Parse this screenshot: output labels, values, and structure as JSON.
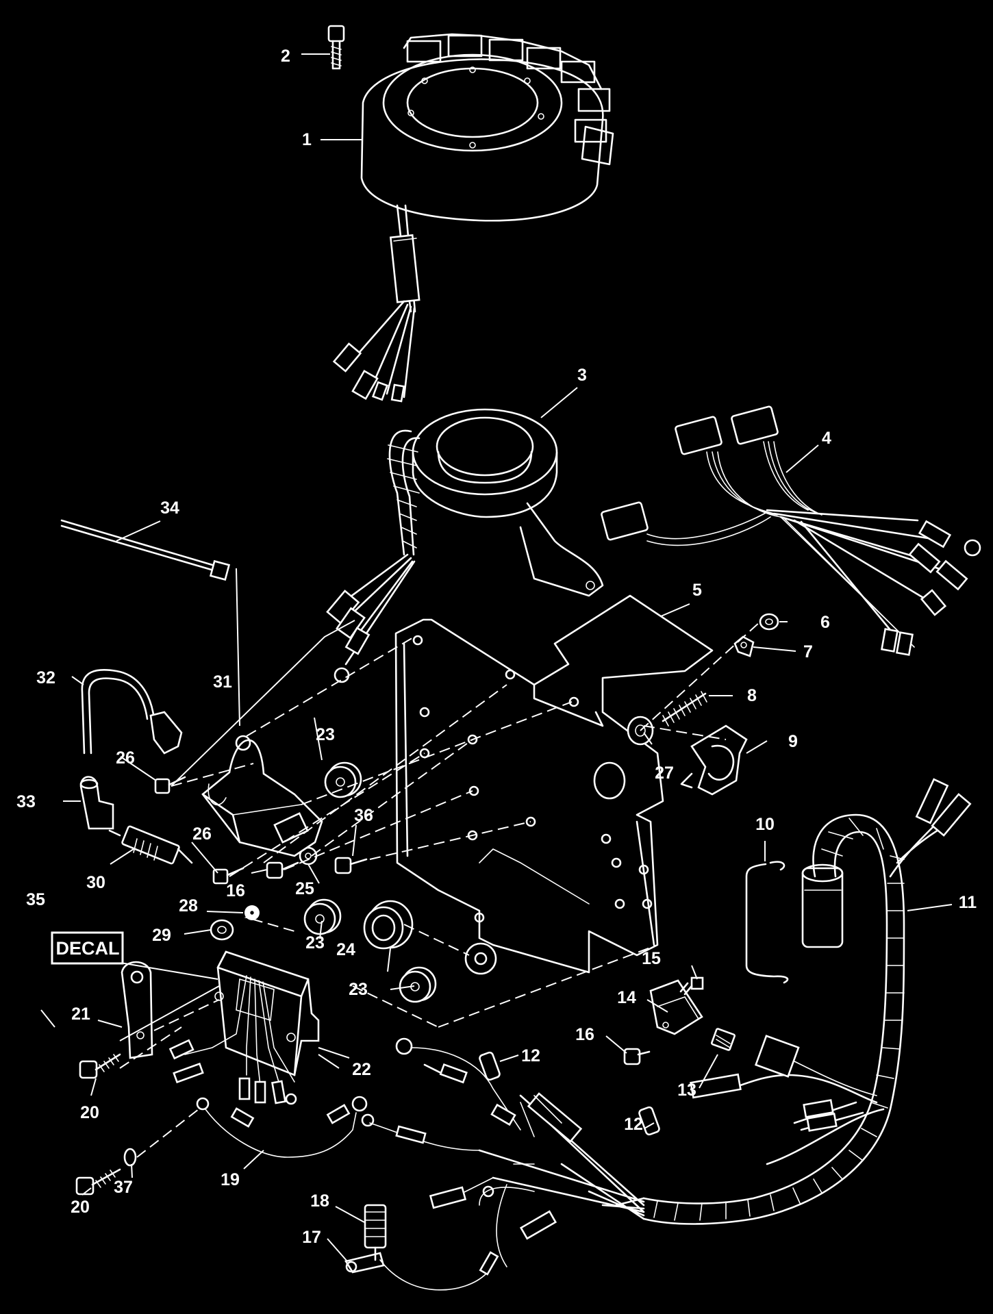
{
  "diagram": {
    "callouts": [
      "1",
      "2",
      "3",
      "4",
      "5",
      "6",
      "7",
      "8",
      "9",
      "10",
      "11",
      "12",
      "13",
      "14",
      "15",
      "16",
      "17",
      "18",
      "19",
      "20",
      "21",
      "22",
      "23",
      "24",
      "25",
      "26",
      "27",
      "28",
      "29",
      "30",
      "31",
      "32",
      "33",
      "34",
      "35",
      "36",
      "37"
    ],
    "decal_label": "DECAL"
  }
}
